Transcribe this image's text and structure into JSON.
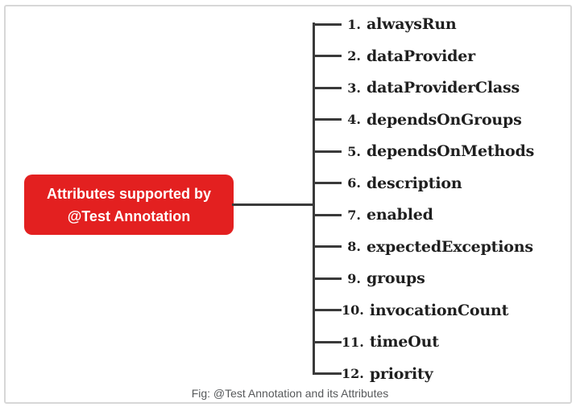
{
  "root": {
    "line1": "Attributes supported by",
    "line2": "@Test Annotation"
  },
  "attributes": [
    {
      "number": "1",
      "name": "alwaysRun"
    },
    {
      "number": "2",
      "name": "dataProvider"
    },
    {
      "number": "3",
      "name": "dataProviderClass"
    },
    {
      "number": "4",
      "name": "dependsOnGroups"
    },
    {
      "number": "5",
      "name": "dependsOnMethods"
    },
    {
      "number": "6",
      "name": "description"
    },
    {
      "number": "7",
      "name": "enabled"
    },
    {
      "number": "8",
      "name": "expectedExceptions"
    },
    {
      "number": "9",
      "name": "groups"
    },
    {
      "number": "10",
      "name": "invocationCount"
    },
    {
      "number": "11",
      "name": "timeOut"
    },
    {
      "number": "12",
      "name": "priority"
    }
  ],
  "caption": "Fig: @Test Annotation and its Attributes",
  "colors": {
    "accent_red": "#e32020",
    "line": "#3a3a3a",
    "text": "#1f1f1f",
    "caption": "#57595b",
    "frame_border": "#d7d7d7"
  }
}
